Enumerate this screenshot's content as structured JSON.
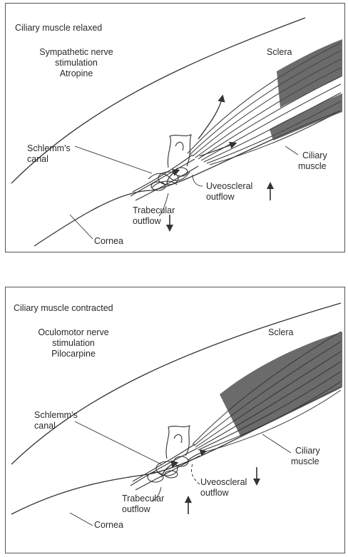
{
  "panels": [
    {
      "title": "Ciliary muscle relaxed",
      "conditions": [
        "Sympathetic nerve",
        "stimulation",
        "Atropine"
      ],
      "labels": {
        "sclera": "Sclera",
        "schlemm_line1": "Schlemm's",
        "schlemm_line2": "canal",
        "ciliary_line1": "Ciliary",
        "ciliary_line2": "muscle",
        "uveoscleral_line1": "Uveoscleral",
        "uveoscleral_line2": "outflow",
        "trabecular_line1": "Trabecular",
        "trabecular_line2": "outflow",
        "cornea": "Cornea"
      },
      "uveoscleral_trend": "increased",
      "trabecular_trend": "decreased"
    },
    {
      "title": "Ciliary muscle contracted",
      "conditions": [
        "Oculomotor nerve",
        "stimulation",
        "Pilocarpine"
      ],
      "labels": {
        "sclera": "Sclera",
        "schlemm_line1": "Schlemm's",
        "schlemm_line2": "canal",
        "ciliary_line1": "Ciliary",
        "ciliary_line2": "muscle",
        "uveoscleral_line1": "Uveoscleral",
        "uveoscleral_line2": "outflow",
        "trabecular_line1": "Trabecular",
        "trabecular_line2": "outflow",
        "cornea": "Cornea"
      },
      "uveoscleral_trend": "decreased",
      "trabecular_trend": "increased"
    }
  ]
}
